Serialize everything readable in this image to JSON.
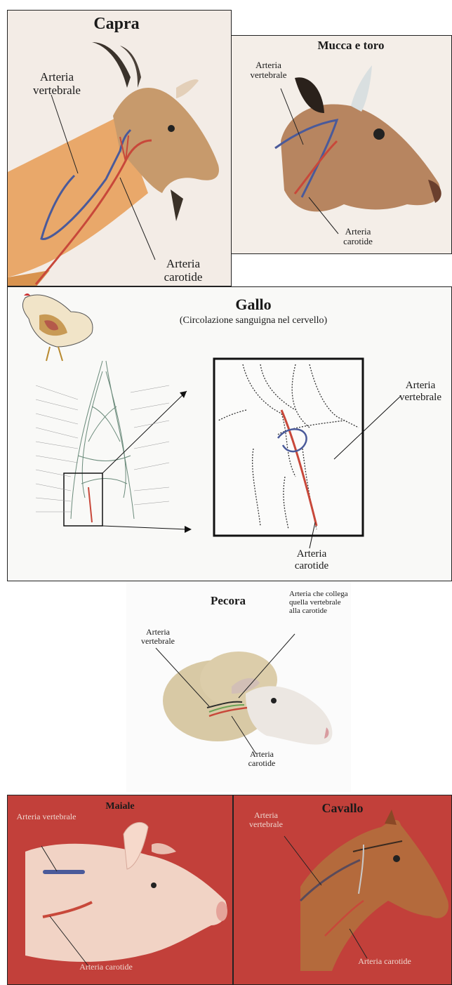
{
  "goat": {
    "title": "Capra",
    "vertebral": "Arteria vertebrale",
    "carotid": "Arteria carotide"
  },
  "cow": {
    "title": "Mucca e toro",
    "vertebral": "Arteria vertebrale",
    "carotid": "Arteria carotide"
  },
  "rooster": {
    "title": "Gallo",
    "subtitle": "(Circolazione sanguigna nel cervello)",
    "vertebral": "Arteria vertebrale",
    "carotid": "Arteria carotide"
  },
  "sheep": {
    "title": "Pecora",
    "connecting": "Arteria che collega quella vertebrale alla carotide",
    "vertebral": "Arteria vertebrale",
    "carotid": "Arteria carotide"
  },
  "pig": {
    "title": "Maiale",
    "vertebral": "Arteria vertebrale",
    "carotid": "Arteria carotide"
  },
  "horse": {
    "title": "Cavallo",
    "vertebral": "Arteria vertebrale",
    "carotid": "Arteria carotide"
  },
  "colors": {
    "artery_red": "#c8483a",
    "vein_blue": "#4a5a9a",
    "panel_red": "#c2403a"
  }
}
